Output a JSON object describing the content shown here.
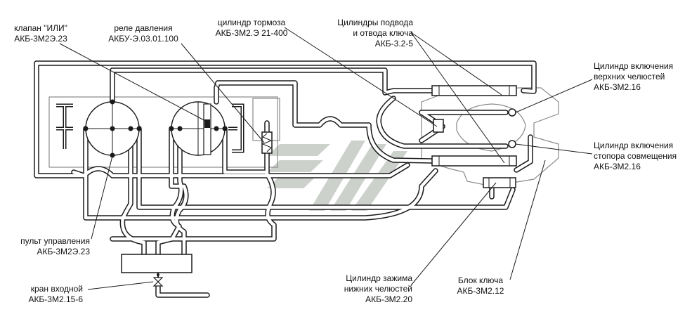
{
  "labels": {
    "klapan": [
      "клапан \"ИЛИ\"",
      "АКБ-3М2Э.23"
    ],
    "rele": [
      "реле давления",
      "АКБУ-Э.03.01.100"
    ],
    "tormoz": [
      "цилиндр тормоза",
      "АКБ-3М2.Э 21-400"
    ],
    "podvod": [
      "Цилиндры подвода",
      "и отвода ключа",
      "АКБ-3.2-5"
    ],
    "verh": [
      "Цилиндр включения",
      "верхних челюстей",
      "АКБ-3М2.16"
    ],
    "stopor": [
      "Цилиндр включения",
      "стопора совмещения",
      "АКБ-3М2.16"
    ],
    "pult": [
      "пульт управления",
      "АКБ-3М2Э.23"
    ],
    "kran": [
      "кран входной",
      "АКБ-3М2.15-6"
    ],
    "nizh": [
      "Цилиндр зажима",
      "нижних челюстей",
      "АКБ-3М2.20"
    ],
    "blok": [
      "Блок ключа",
      "АКБ-3М2.12"
    ]
  },
  "colors": {
    "line": "#1a1a1a",
    "panel": "#8a8a8a",
    "watermark": "#c4c9c4"
  }
}
